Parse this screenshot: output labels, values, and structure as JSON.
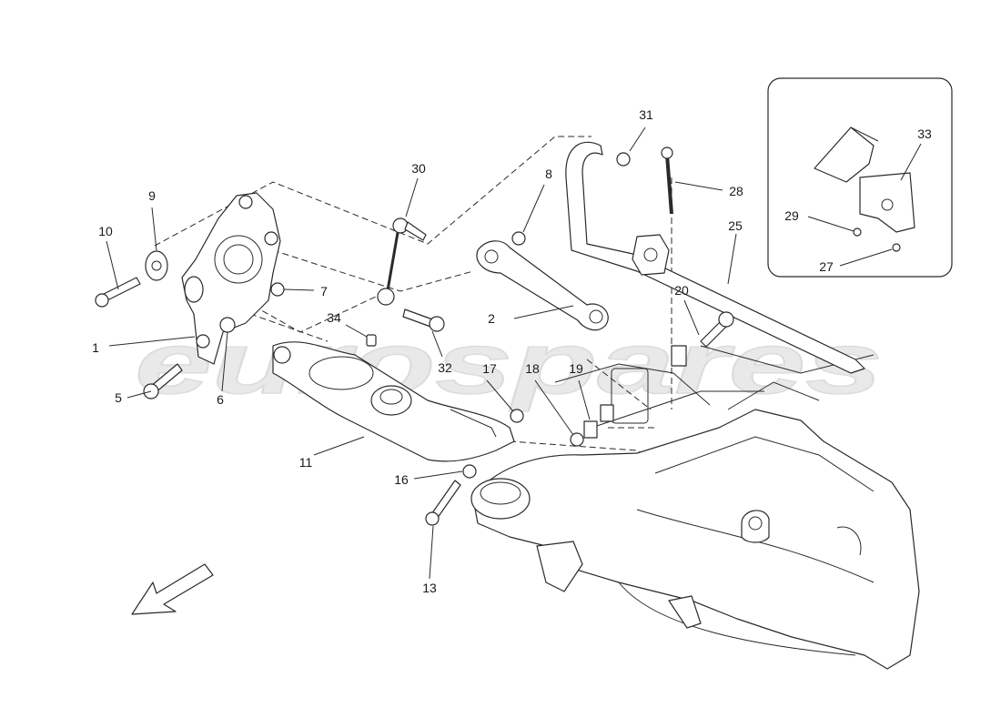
{
  "watermark": "eurospares",
  "direction_icon": "arrow-down-left-icon",
  "callouts": {
    "c1": "1",
    "c2": "2",
    "c5": "5",
    "c6": "6",
    "c7": "7",
    "c8": "8",
    "c9": "9",
    "c10": "10",
    "c11": "11",
    "c13": "13",
    "c16": "16",
    "c17": "17",
    "c18": "18",
    "c19": "19",
    "c20": "20",
    "c25": "25",
    "c27": "27",
    "c28": "28",
    "c29": "29",
    "c30": "30",
    "c31": "31",
    "c32": "32",
    "c33": "33",
    "c34": "34"
  }
}
